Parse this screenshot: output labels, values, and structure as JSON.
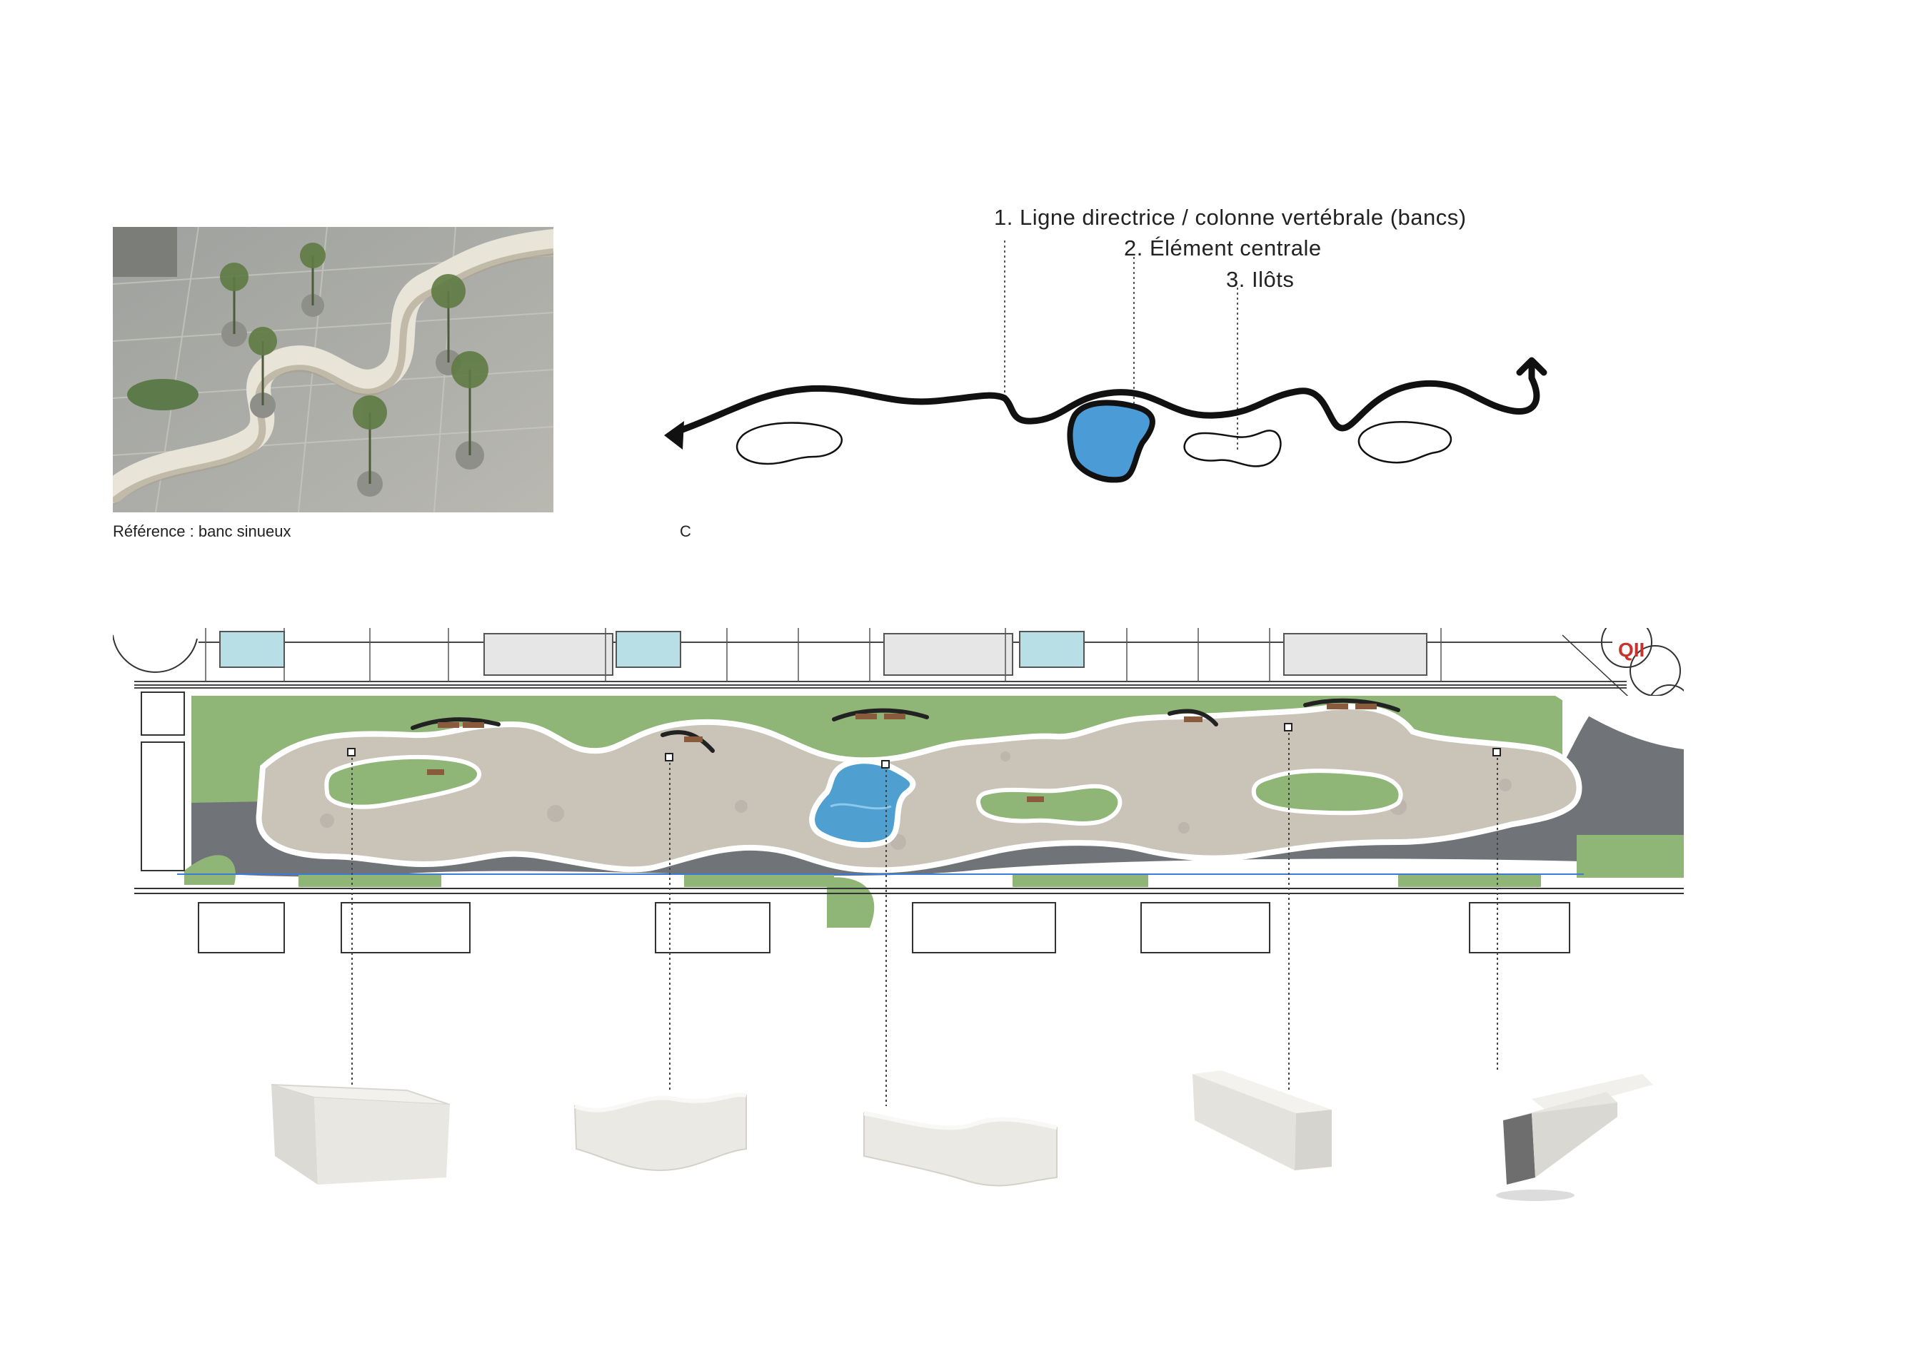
{
  "reference": {
    "caption": "Référence : banc sinueux"
  },
  "stray_text": "C",
  "legend": {
    "item1": "1. Ligne directrice / colonne vertébrale (bancs)",
    "item2": "2. Élément centrale",
    "item3": "3. Ilôts"
  },
  "colors": {
    "lawn": "#8fb577",
    "paving": "#c9c3b8",
    "water": "#4f9fd1",
    "asphalt": "#707378",
    "concept_water": "#4a9bd6",
    "bench": "#e6e4df"
  },
  "icons": {
    "arrow_left": "arrow-left-icon",
    "arrow_up": "arrow-up-icon"
  }
}
